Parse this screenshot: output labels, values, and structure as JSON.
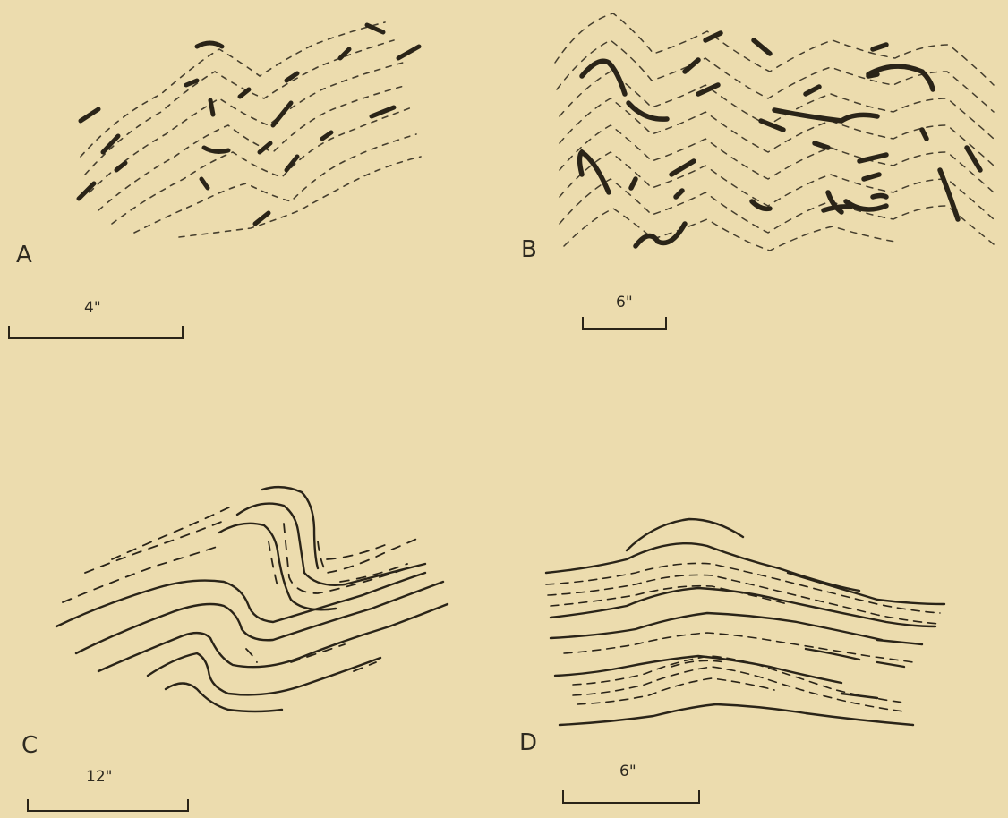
{
  "figure": {
    "background_color": "#ecdcae",
    "ink_color": "#2a2418",
    "panels": [
      {
        "letter": "A",
        "scale_label": "4\""
      },
      {
        "letter": "B",
        "scale_label": "6\""
      },
      {
        "letter": "C",
        "scale_label": "12\""
      },
      {
        "letter": "D",
        "scale_label": "6\""
      }
    ]
  }
}
